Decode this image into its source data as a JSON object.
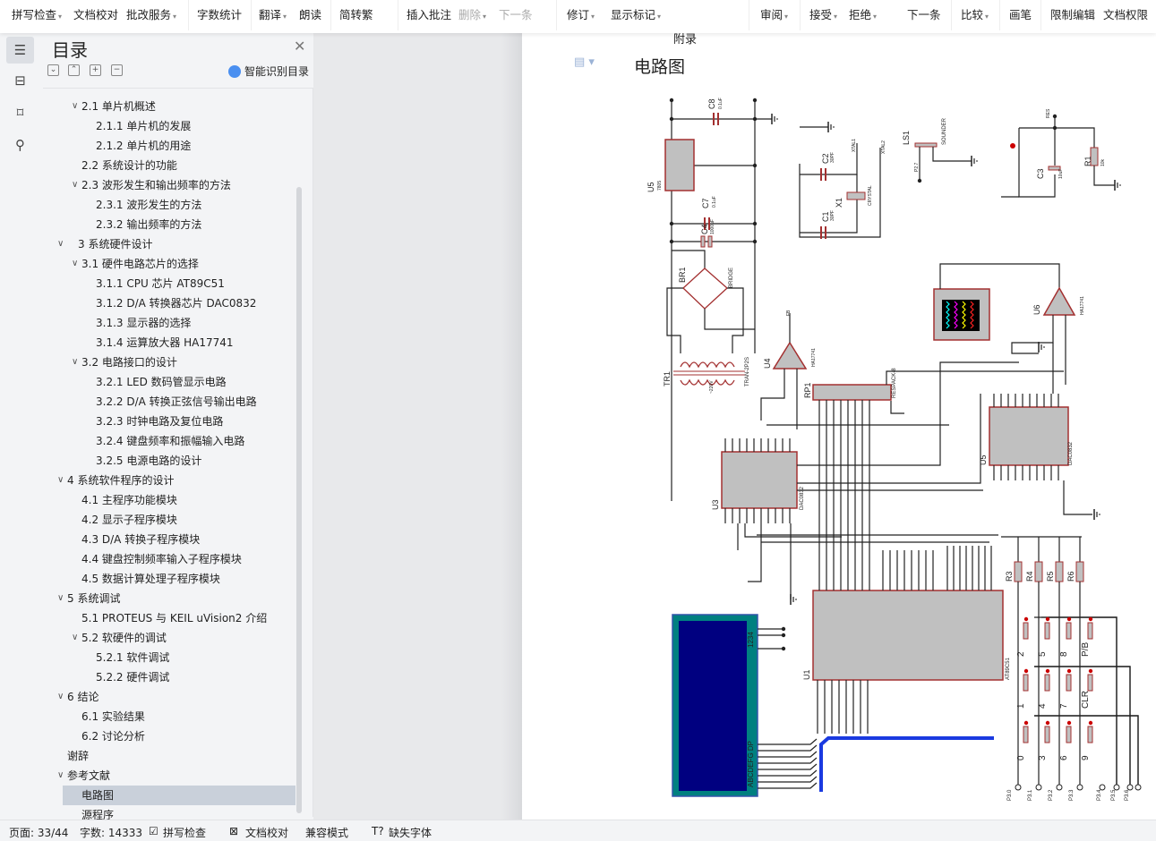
{
  "toolbar": {
    "items": [
      {
        "label": "拼写检查",
        "caret": true
      },
      {
        "label": "文档校对"
      },
      {
        "label": "批改服务",
        "caret": true
      },
      {
        "label": "字数统计"
      },
      {
        "label": "翻译",
        "caret": true
      },
      {
        "label": "朗读"
      },
      {
        "label": "简转繁"
      },
      {
        "label": "插入批注"
      },
      {
        "label": "删除",
        "caret": true,
        "disabled": true
      },
      {
        "label": "下一条",
        "disabled": true
      },
      {
        "label": "修订",
        "caret": true
      },
      {
        "label": "显示标记",
        "caret": true
      },
      {
        "label": "审阅",
        "caret": true
      },
      {
        "label": "接受",
        "caret": true
      },
      {
        "label": "拒绝",
        "caret": true
      },
      {
        "label": "下一条"
      },
      {
        "label": "比较",
        "caret": true
      },
      {
        "label": "画笔"
      },
      {
        "label": "限制编辑"
      },
      {
        "label": "文档权限"
      }
    ]
  },
  "sidebar": {
    "title": "目录",
    "smart_label": "智能识别目录",
    "items": [
      {
        "label": "2.1  单片机概述",
        "level": 2,
        "expanded": true
      },
      {
        "label": "2.1.1  单片机的发展",
        "level": 3
      },
      {
        "label": "2.1.2  单片机的用途",
        "level": 3
      },
      {
        "label": "2.2 系统设计的功能",
        "level": 2
      },
      {
        "label": "2.3  波形发生和输出频率的方法",
        "level": 2,
        "expanded": true
      },
      {
        "label": "2.3.1  波形发生的方法",
        "level": 3
      },
      {
        "label": "2.3.2  输出频率的方法",
        "level": 3
      },
      {
        "label": "3  系统硬件设计",
        "level": 1,
        "expanded": true
      },
      {
        "label": "3.1  硬件电路芯片的选择",
        "level": 2,
        "expanded": true
      },
      {
        "label": "3.1.1 CPU 芯片  AT89C51",
        "level": 3
      },
      {
        "label": "3.1.2 D/A 转换器芯片 DAC0832",
        "level": 3
      },
      {
        "label": "3.1.3  显示器的选择",
        "level": 3
      },
      {
        "label": "3.1.4  运算放大器 HA17741",
        "level": 3
      },
      {
        "label": "3.2  电路接口的设计",
        "level": 2,
        "expanded": true
      },
      {
        "label": "3.2.1 LED 数码管显示电路",
        "level": 3
      },
      {
        "label": "3.2.2 D/A 转换正弦信号输出电路",
        "level": 3
      },
      {
        "label": "3.2.3  时钟电路及复位电路",
        "level": 3
      },
      {
        "label": "3.2.4 键盘频率和振幅输入电路",
        "level": 3
      },
      {
        "label": "3.2.5  电源电路的设计",
        "level": 3
      },
      {
        "label": "4  系统软件程序的设计",
        "level": 1,
        "expanded": true
      },
      {
        "label": "4.1  主程序功能模块",
        "level": 2
      },
      {
        "label": "4.2  显示子程序模块",
        "level": 2
      },
      {
        "label": "4.3    D/A 转换子程序模块",
        "level": 2
      },
      {
        "label": "4.4 键盘控制频率输入子程序模块",
        "level": 2
      },
      {
        "label": "4.5  数据计算处理子程序模块",
        "level": 2
      },
      {
        "label": "5  系统调试",
        "level": 1,
        "expanded": true
      },
      {
        "label": "5.1 PROTEUS 与 KEIL uVision2 介绍",
        "level": 2
      },
      {
        "label": "5.2  软硬件的调试",
        "level": 2,
        "expanded": true
      },
      {
        "label": "5.2.1  软件调试",
        "level": 3
      },
      {
        "label": "5.2.2  硬件调试",
        "level": 3
      },
      {
        "label": "6  结论",
        "level": 1,
        "expanded": true
      },
      {
        "label": "6.1 实验结果",
        "level": 2
      },
      {
        "label": "6.2  讨论分析",
        "level": 2
      },
      {
        "label": "谢辞",
        "level": 1
      },
      {
        "label": "参考文献",
        "level": 1,
        "expanded": true
      },
      {
        "label": "电路图",
        "level": 2,
        "selected": true
      },
      {
        "label": "源程序",
        "level": 2
      }
    ]
  },
  "document": {
    "header": "附录",
    "title": "电路图"
  },
  "schematic": {
    "labels": [
      "U5",
      "7805",
      "C8",
      "0.1uF",
      "C7",
      "0.1uF",
      "C4",
      "1000uF",
      "BR1",
      "BRIDGE",
      "TR1",
      "TRAN-2P2S",
      "~220V",
      "C2",
      "30PF",
      "C1",
      "30PF",
      "X1",
      "CRYSTAL",
      "XTAL1",
      "XTAL2",
      "LS1",
      "SOUNDER",
      "P2.7",
      "RES",
      "R1",
      "10k",
      "C3",
      "10uF",
      "U6",
      "HA17741",
      "U4",
      "HA17741",
      "RP1",
      "RESPACK-8",
      "U3",
      "DAC0832",
      "U5",
      "DAC0832",
      "U1",
      "AT89C51",
      "R3",
      "R4",
      "R5",
      "R6",
      "1234",
      "ABCDEFG DP",
      "FB"
    ],
    "keypad": [
      "2",
      "5",
      "8",
      "P/B",
      "1",
      "4",
      "7",
      "CLR",
      "0",
      "3",
      "6",
      "9"
    ],
    "ports": [
      "P3.0",
      "P3.1",
      "P3.2",
      "P3.3",
      "P3.4",
      "P3.5",
      "P3.6"
    ]
  },
  "status": {
    "page": "页面: 33/44",
    "words": "字数: 14333",
    "spell": "拼写检查",
    "proof": "文档校对",
    "compat": "兼容模式",
    "missing_font": "缺失字体"
  }
}
